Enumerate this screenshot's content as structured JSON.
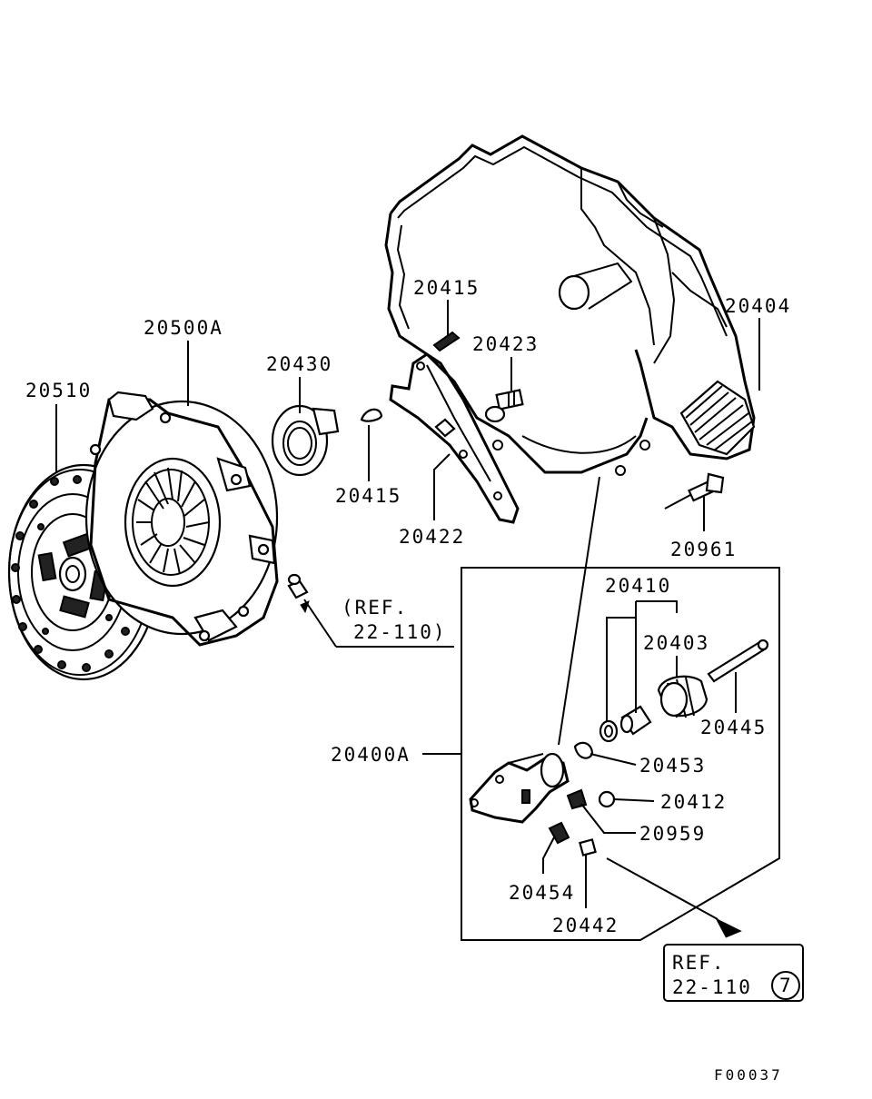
{
  "callouts": {
    "c20510": "20510",
    "c20500A": "20500A",
    "c20430": "20430",
    "c20415_top": "20415",
    "c20423": "20423",
    "c20404": "20404",
    "c20415_bottom": "20415",
    "c20422": "20422",
    "c20961": "20961",
    "c20410": "20410",
    "c20403": "20403",
    "c20445": "20445",
    "c20400A": "20400A",
    "c20453": "20453",
    "c20412": "20412",
    "c20959": "20959",
    "c20454": "20454",
    "c20442": "20442"
  },
  "references": {
    "ref1_line1": "(REF.",
    "ref1_line2": "22-110)",
    "ref2_line1": "REF.",
    "ref2_line2": "22-110",
    "ref2_circle": "7"
  },
  "figure_code": "F00037"
}
